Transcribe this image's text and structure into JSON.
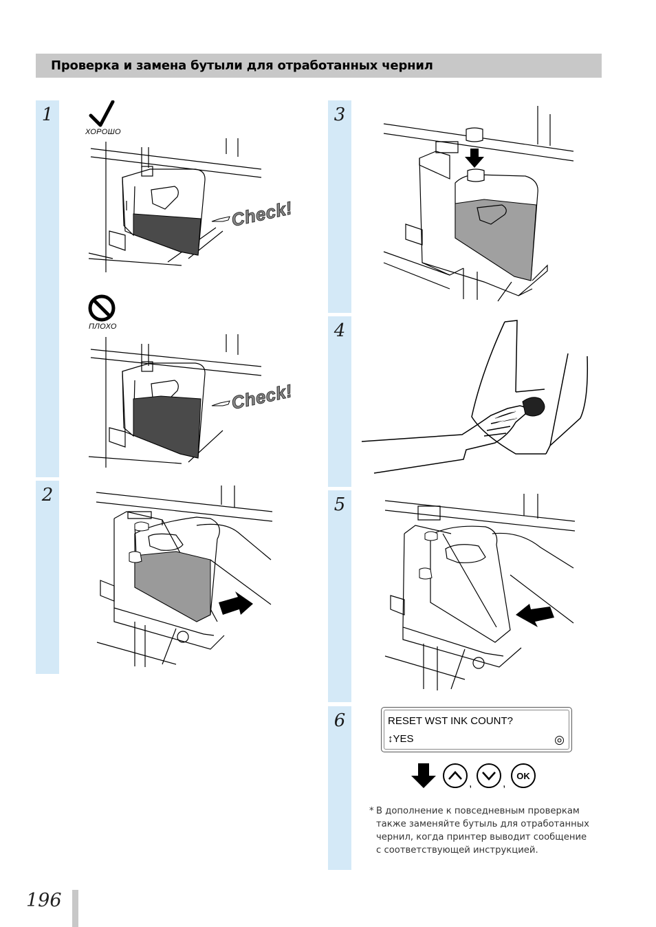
{
  "header": {
    "title": "Проверка и замена бутыли для отработанных чернил"
  },
  "steps": [
    {
      "number": "1"
    },
    {
      "number": "2"
    },
    {
      "number": "3"
    },
    {
      "number": "4"
    },
    {
      "number": "5"
    },
    {
      "number": "6"
    }
  ],
  "step1": {
    "good_label": "ХОРОШО",
    "bad_label": "ПЛОХО",
    "check_text": "Check!"
  },
  "lcd": {
    "line1": "RESET WST INK COUNT?",
    "line2": "↕YES",
    "enter_icon": "◎"
  },
  "buttons": {
    "up_icon": "chevron-up-icon",
    "down_icon": "chevron-down-icon",
    "ok_label": "OK",
    "separator": ","
  },
  "note": {
    "marker": "*",
    "lines": [
      "В дополнение к повседневным проверкам",
      "также заменяйте бутыль для отработанных",
      "чернил, когда принтер выводит сообщение",
      "с соответствующей инструкцией."
    ]
  },
  "footer": {
    "page_number": "196"
  }
}
